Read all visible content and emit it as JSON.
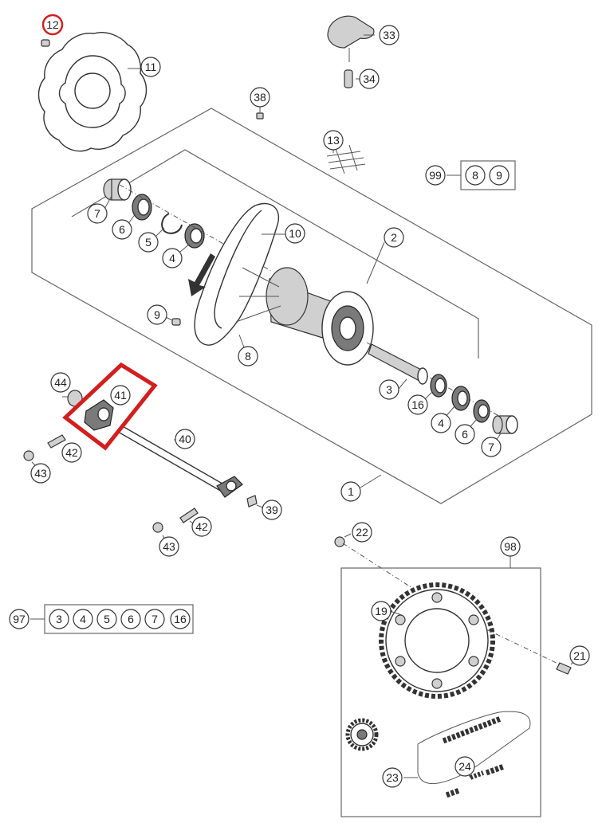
{
  "colors": {
    "highlight": "#d41e1e",
    "line": "#333333",
    "metal": "#7a7a7a",
    "metal_light": "#d0d0d0"
  },
  "callouts": [
    {
      "id": "c12",
      "label": "12",
      "highlighted": true
    },
    {
      "id": "c11",
      "label": "11"
    },
    {
      "id": "c33",
      "label": "33"
    },
    {
      "id": "c34",
      "label": "34"
    },
    {
      "id": "c38",
      "label": "38"
    },
    {
      "id": "c13",
      "label": "13"
    },
    {
      "id": "c99",
      "label": "99"
    },
    {
      "id": "c7a",
      "label": "7"
    },
    {
      "id": "c6a",
      "label": "6"
    },
    {
      "id": "c5a",
      "label": "5"
    },
    {
      "id": "c4a",
      "label": "4"
    },
    {
      "id": "c10",
      "label": "10"
    },
    {
      "id": "c2",
      "label": "2"
    },
    {
      "id": "c9",
      "label": "9"
    },
    {
      "id": "c8",
      "label": "8"
    },
    {
      "id": "c44",
      "label": "44"
    },
    {
      "id": "c41",
      "label": "41"
    },
    {
      "id": "c42a",
      "label": "42"
    },
    {
      "id": "c43a",
      "label": "43"
    },
    {
      "id": "c40",
      "label": "40"
    },
    {
      "id": "c3",
      "label": "3"
    },
    {
      "id": "c16",
      "label": "16"
    },
    {
      "id": "c4b",
      "label": "4"
    },
    {
      "id": "c6b",
      "label": "6"
    },
    {
      "id": "c7b",
      "label": "7"
    },
    {
      "id": "c1",
      "label": "1"
    },
    {
      "id": "c39",
      "label": "39"
    },
    {
      "id": "c42b",
      "label": "42"
    },
    {
      "id": "c43b",
      "label": "43"
    },
    {
      "id": "c22",
      "label": "22"
    },
    {
      "id": "c98",
      "label": "98"
    },
    {
      "id": "c97",
      "label": "97"
    },
    {
      "id": "c19",
      "label": "19"
    },
    {
      "id": "c21",
      "label": "21"
    },
    {
      "id": "c23",
      "label": "23"
    },
    {
      "id": "c24",
      "label": "24"
    }
  ],
  "kit_groups": [
    {
      "id": "k99",
      "items": [
        "8",
        "9"
      ]
    },
    {
      "id": "k97",
      "items": [
        "3",
        "4",
        "5",
        "6",
        "7",
        "16"
      ]
    }
  ]
}
